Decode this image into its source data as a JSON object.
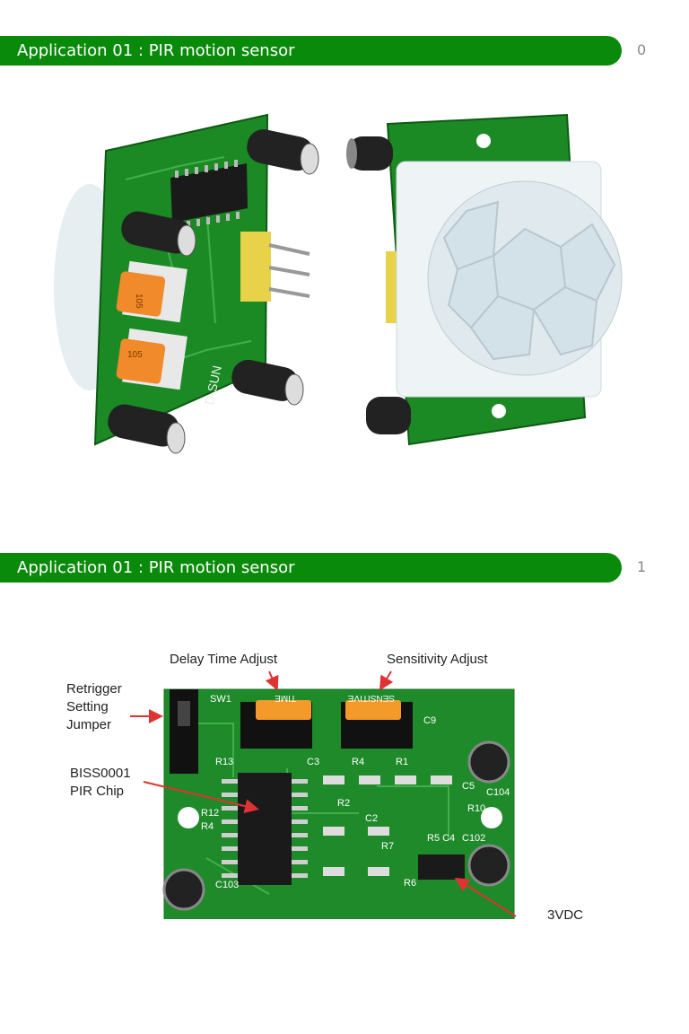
{
  "slides": [
    {
      "title": "Application 01 : PIR motion sensor",
      "page_number": "0"
    },
    {
      "title": "Application 01 : PIR motion sensor",
      "page_number": "1",
      "labels": {
        "delay": "Delay Time Adjust",
        "sensitivity": "Sensitivity Adjust",
        "retrigger": [
          "Retrigger",
          "Setting",
          "Jumper"
        ],
        "chip": [
          "BISS0001",
          "PIR Chip"
        ],
        "partial": "3VDC"
      },
      "board_text": {
        "time": "TIME",
        "sens": "SENSITIVE",
        "sw": "SW1",
        "r13": "R13",
        "c3": "C3",
        "r4": "R4",
        "r1": "R1",
        "c9": "C9",
        "c5": "C5",
        "c104": "C104",
        "r10": "R10",
        "c2": "C2",
        "r2": "R2",
        "r12": "R12",
        "r4b": "R4",
        "c102": "C102",
        "c103": "C103",
        "r7": "R7",
        "r6": "R6",
        "c4": "R5 C4"
      }
    }
  ],
  "colors": {
    "title_bar": "#0a8a0a",
    "pcb": "#1f8a2a",
    "pot": "#f08a2a"
  },
  "photo_text": {
    "brand": "D-SUN",
    "pot_label": "105"
  }
}
